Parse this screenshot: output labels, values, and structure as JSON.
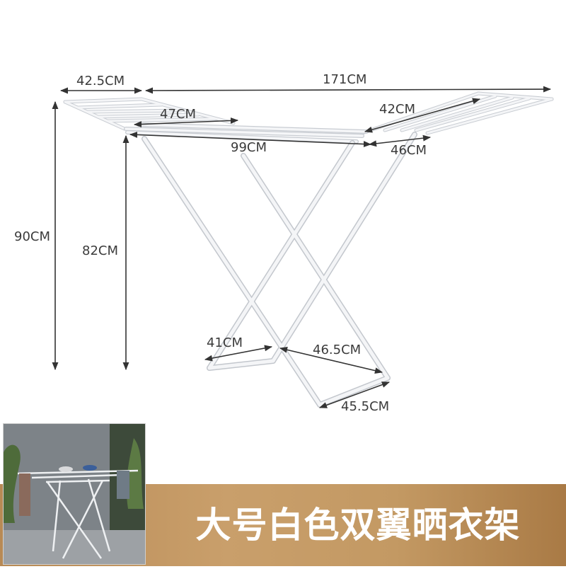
{
  "dimensions": {
    "wing_width_left": "42.5CM",
    "total_length": "171CM",
    "wing_depth_left": "47CM",
    "wing_width_right": "42CM",
    "center_length": "99CM",
    "wing_depth_right": "46CM",
    "total_height": "90CM",
    "rail_height": "82CM",
    "foot_back_width": "41CM",
    "leg_span": "46.5CM",
    "foot_front_width": "45.5CM"
  },
  "banner": {
    "title": "大号白色双翼晒衣架"
  },
  "colors": {
    "banner_gold": "#c39963",
    "frame_white": "#f2f3f5",
    "frame_shadow": "#c9ccd2",
    "dimension_line": "#333333"
  }
}
